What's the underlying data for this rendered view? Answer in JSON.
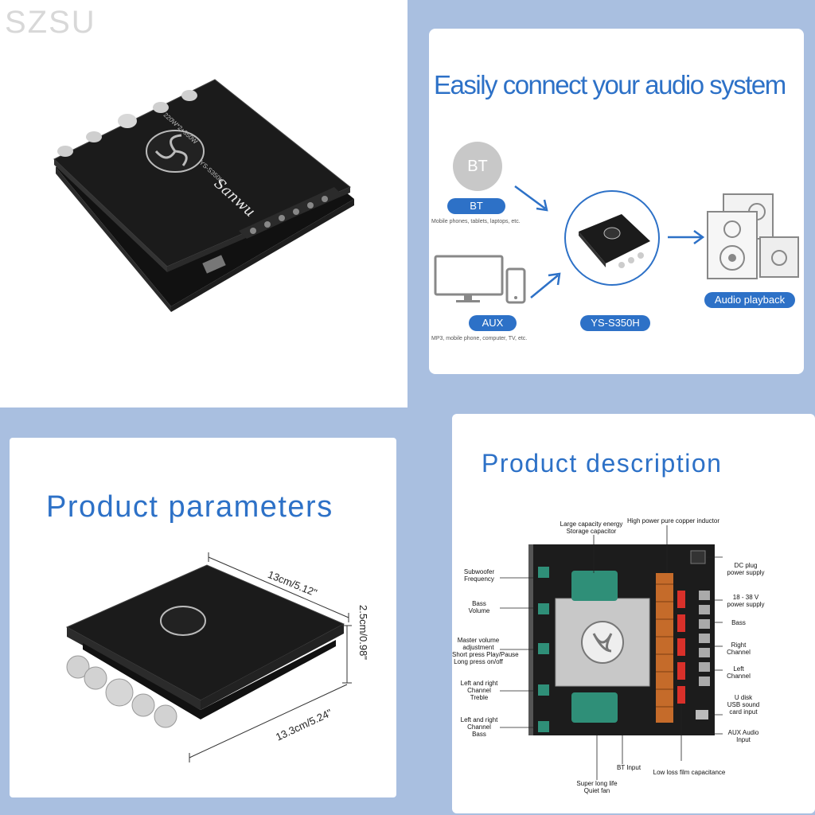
{
  "watermark": "SZSU",
  "top_left": {
    "board": {
      "brand": "Sanwu",
      "model": "YS-S350H",
      "power": "220W*2+350W"
    }
  },
  "top_right": {
    "heading": "Easily connect your audio system",
    "bt": {
      "icon_text": "BT",
      "label": "BT",
      "caption": "Mobile phones, tablets, laptops, etc."
    },
    "aux": {
      "label": "AUX",
      "caption": "MP3, mobile phone, computer, TV, etc."
    },
    "center_label": "YS-S350H",
    "output_label": "Audio playback",
    "colors": {
      "accent": "#2d71c7",
      "card_bg": "#ffffff",
      "panel_bg": "#a9bfe0"
    }
  },
  "bottom_left": {
    "heading": "Product parameters",
    "dim_length": "13cm/5.12\"",
    "dim_height": "2.5cm/0.98\"",
    "dim_width": "13.3cm/5.24\""
  },
  "bottom_right": {
    "heading": "Product description",
    "left_callouts": [
      [
        "Subwoofer",
        "Frequency"
      ],
      [
        "Bass",
        "Volume"
      ],
      [
        "Master volume",
        "adjustment",
        "Short press Play/Pause",
        "Long press on/off"
      ],
      [
        "Left and right",
        "Channel",
        "Treble"
      ],
      [
        "Left and right",
        "Channel",
        "Bass"
      ]
    ],
    "top_callouts": [
      [
        "Large capacity energy",
        "Storage capacitor"
      ],
      [
        "High power pure copper inductor"
      ]
    ],
    "right_callouts": [
      [
        "DC plug",
        "power supply"
      ],
      [
        "18 - 38 V",
        "power supply"
      ],
      [
        "Bass"
      ],
      [
        "Right",
        "Channel"
      ],
      [
        "Left",
        "Channel"
      ],
      [
        "U disk",
        "USB sound",
        "card input"
      ],
      [
        "AUX Audio",
        "Input"
      ]
    ],
    "bottom_callouts": [
      [
        "BT Input"
      ],
      [
        "Low loss film capacitance"
      ],
      [
        "Super long life",
        "Quiet fan"
      ]
    ]
  }
}
